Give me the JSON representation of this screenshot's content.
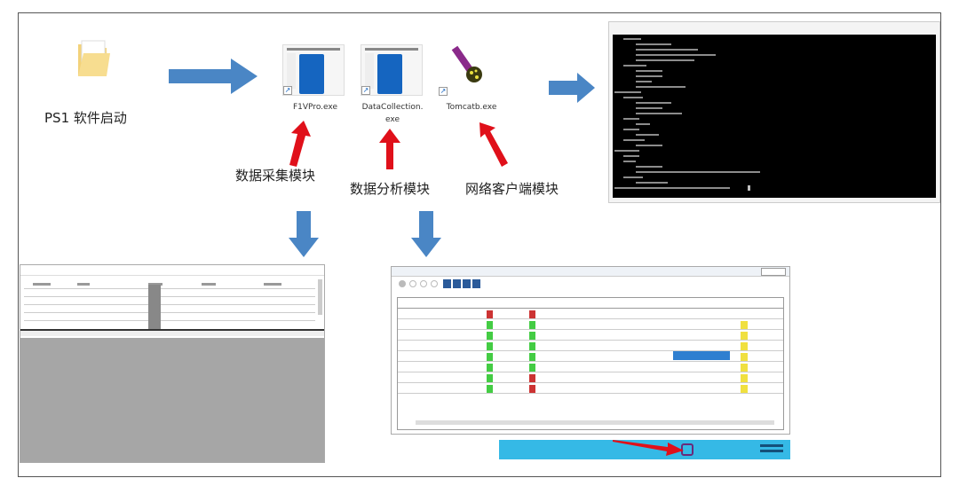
{
  "start": {
    "label": "PS1 软件启动",
    "icon": "folder-icon"
  },
  "programs": [
    {
      "file": "F1VPro.exe",
      "module": "数据采集模块",
      "icon": "app-window-icon"
    },
    {
      "file_line1": "DataCollection.",
      "file_line2": "exe",
      "module": "数据分析模块",
      "icon": "app-window-icon"
    },
    {
      "file": "Tomcatb.exe",
      "module": "网络客户端模块",
      "icon": "tomcat-icon"
    }
  ],
  "colors": {
    "arrow_blue": "#4a86c5",
    "arrow_red": "#e0101a",
    "taskbar": "#35b9e6",
    "selection": "#2f7fd0"
  }
}
